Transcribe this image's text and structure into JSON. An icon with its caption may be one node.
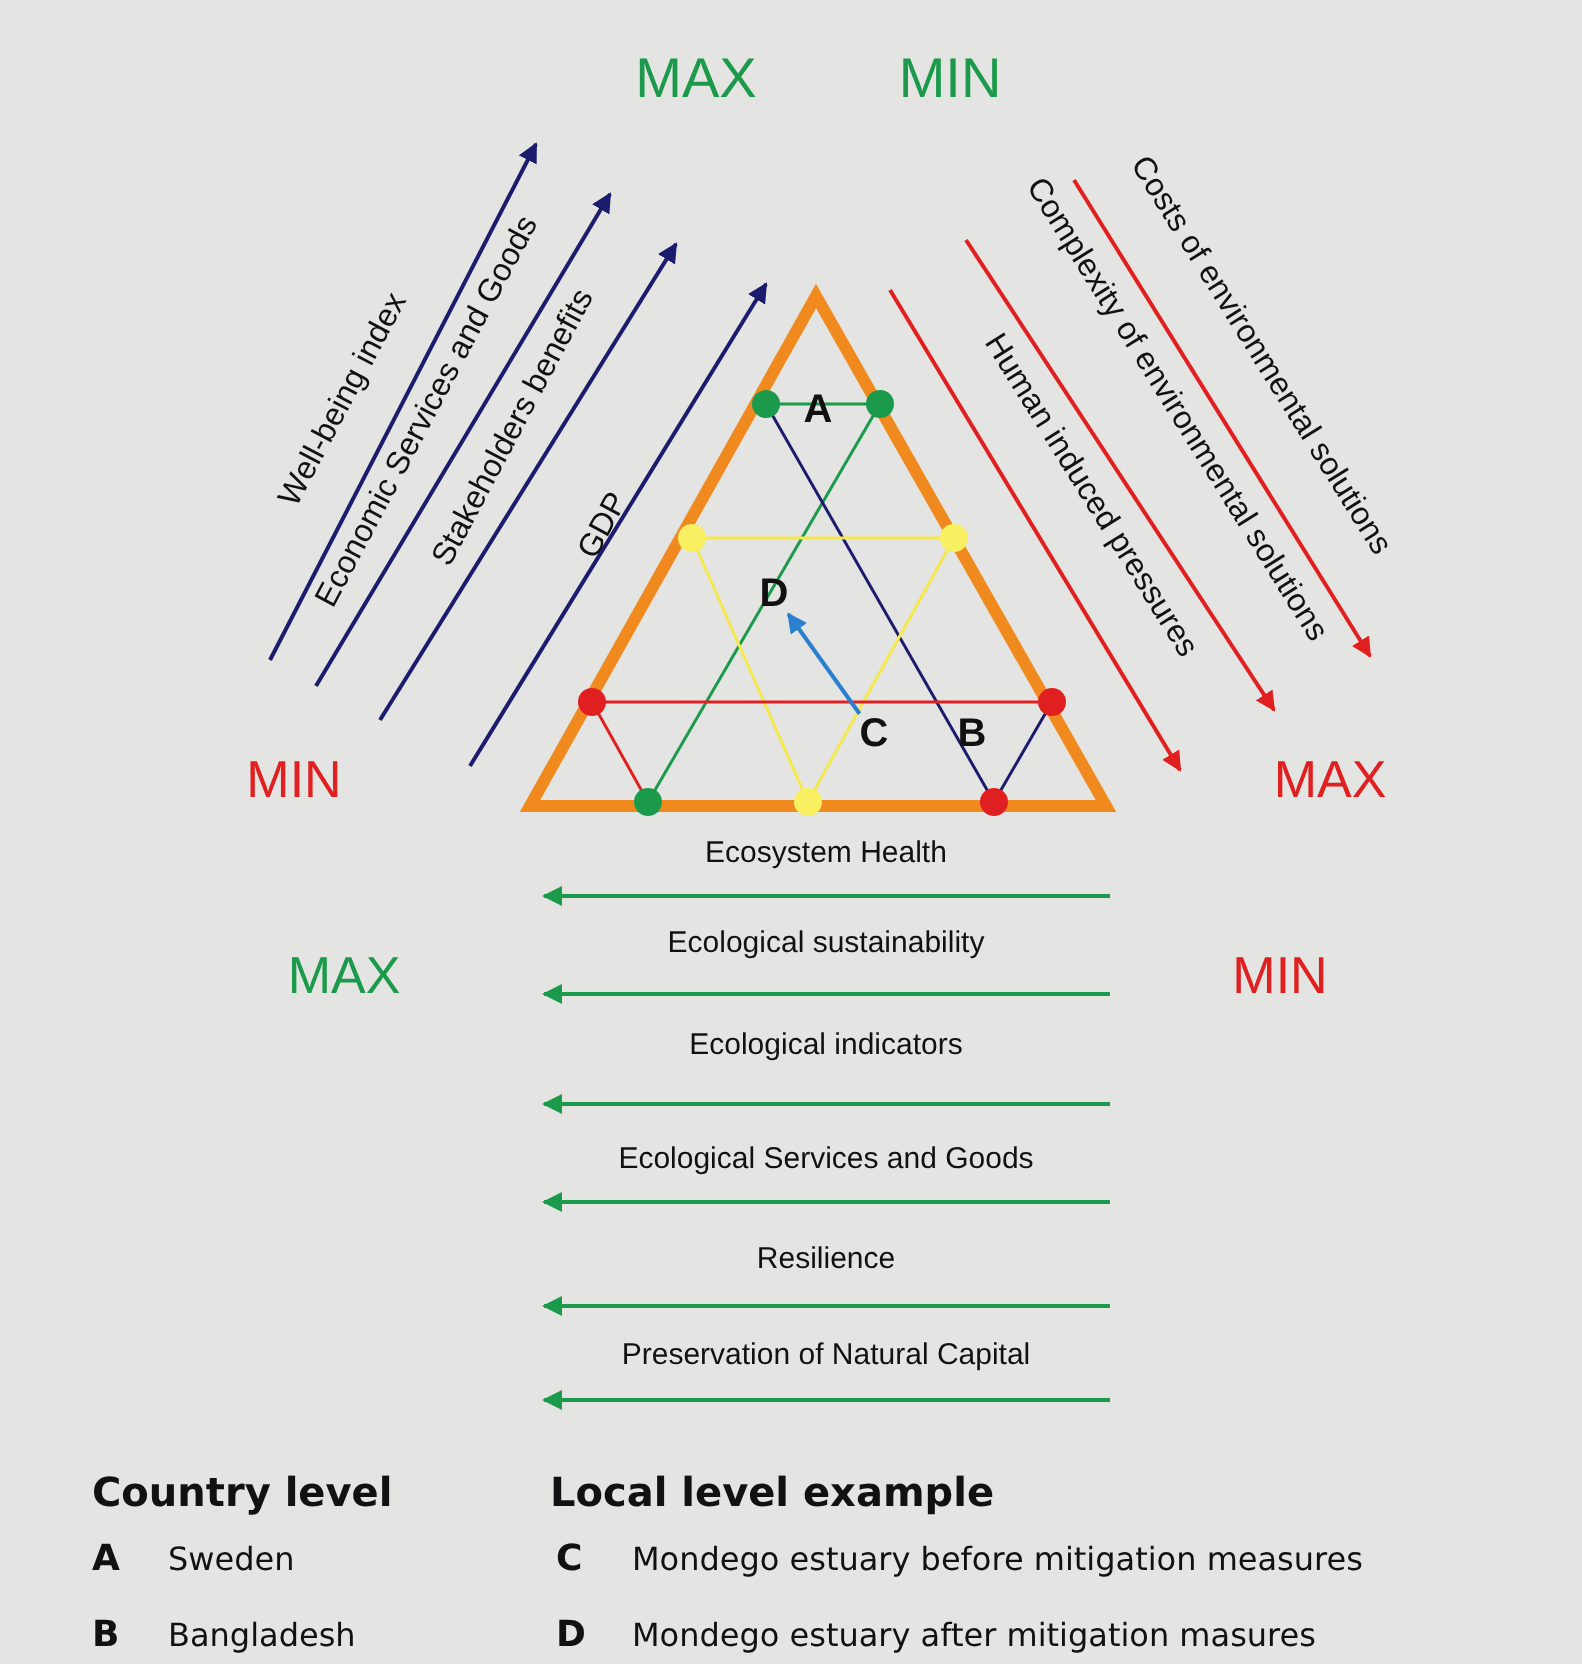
{
  "diagram": {
    "nodes": [
      {
        "text": [
          "D"
        ]
      },
      {
        "text": [
          "C"
        ]
      }
    ],
    "edges": [
      {
        "from": 1,
        "to": 0,
        "arrow": "to"
      }
    ],
    "labels": [
      "MAX",
      "MIN",
      "Well-being index",
      "Economic Services and Goods",
      "Stakeholders benefits",
      "GDP",
      "Costs of environmental solutions",
      "Complexity of environmental solutions",
      "Human induced pressures",
      "A",
      "B",
      "MIN",
      "MAX",
      "Ecosystem Health",
      "MAX",
      "Ecological sustainability",
      "MIN",
      "Ecological indicators",
      "Ecological Services and Goods",
      "Resilience",
      "Preservation of Natural Capital",
      "Country level",
      "A",
      "Sweden",
      "Local level example",
      "C",
      "Mondego estuary before mitigation measures",
      "B",
      "Bangladesh",
      "D",
      "Mondego estuary after mitigation masures"
    ]
  }
}
